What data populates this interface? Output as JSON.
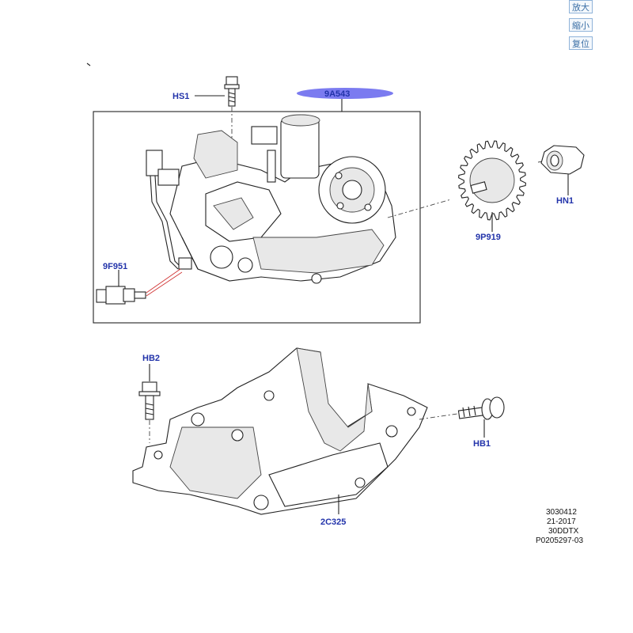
{
  "controls": {
    "zoom_in": "放大",
    "zoom_out": "縮小",
    "reset": "复位"
  },
  "callouts": {
    "hs1": "HS1",
    "pump": "9A543",
    "gear": "9P919",
    "nut": "HN1",
    "sensor": "9F951",
    "hb2": "HB2",
    "bracket": "2C325",
    "hb1": "HB1"
  },
  "info": {
    "line1": "3030412",
    "line2": "21-2017",
    "line3": "30DDTX",
    "line4": "P0205297-03"
  },
  "colors": {
    "callout_text": "#2233aa",
    "highlight": "#7b7bf0",
    "button_border": "#8fb3d9",
    "button_text": "#3a6ea5"
  }
}
